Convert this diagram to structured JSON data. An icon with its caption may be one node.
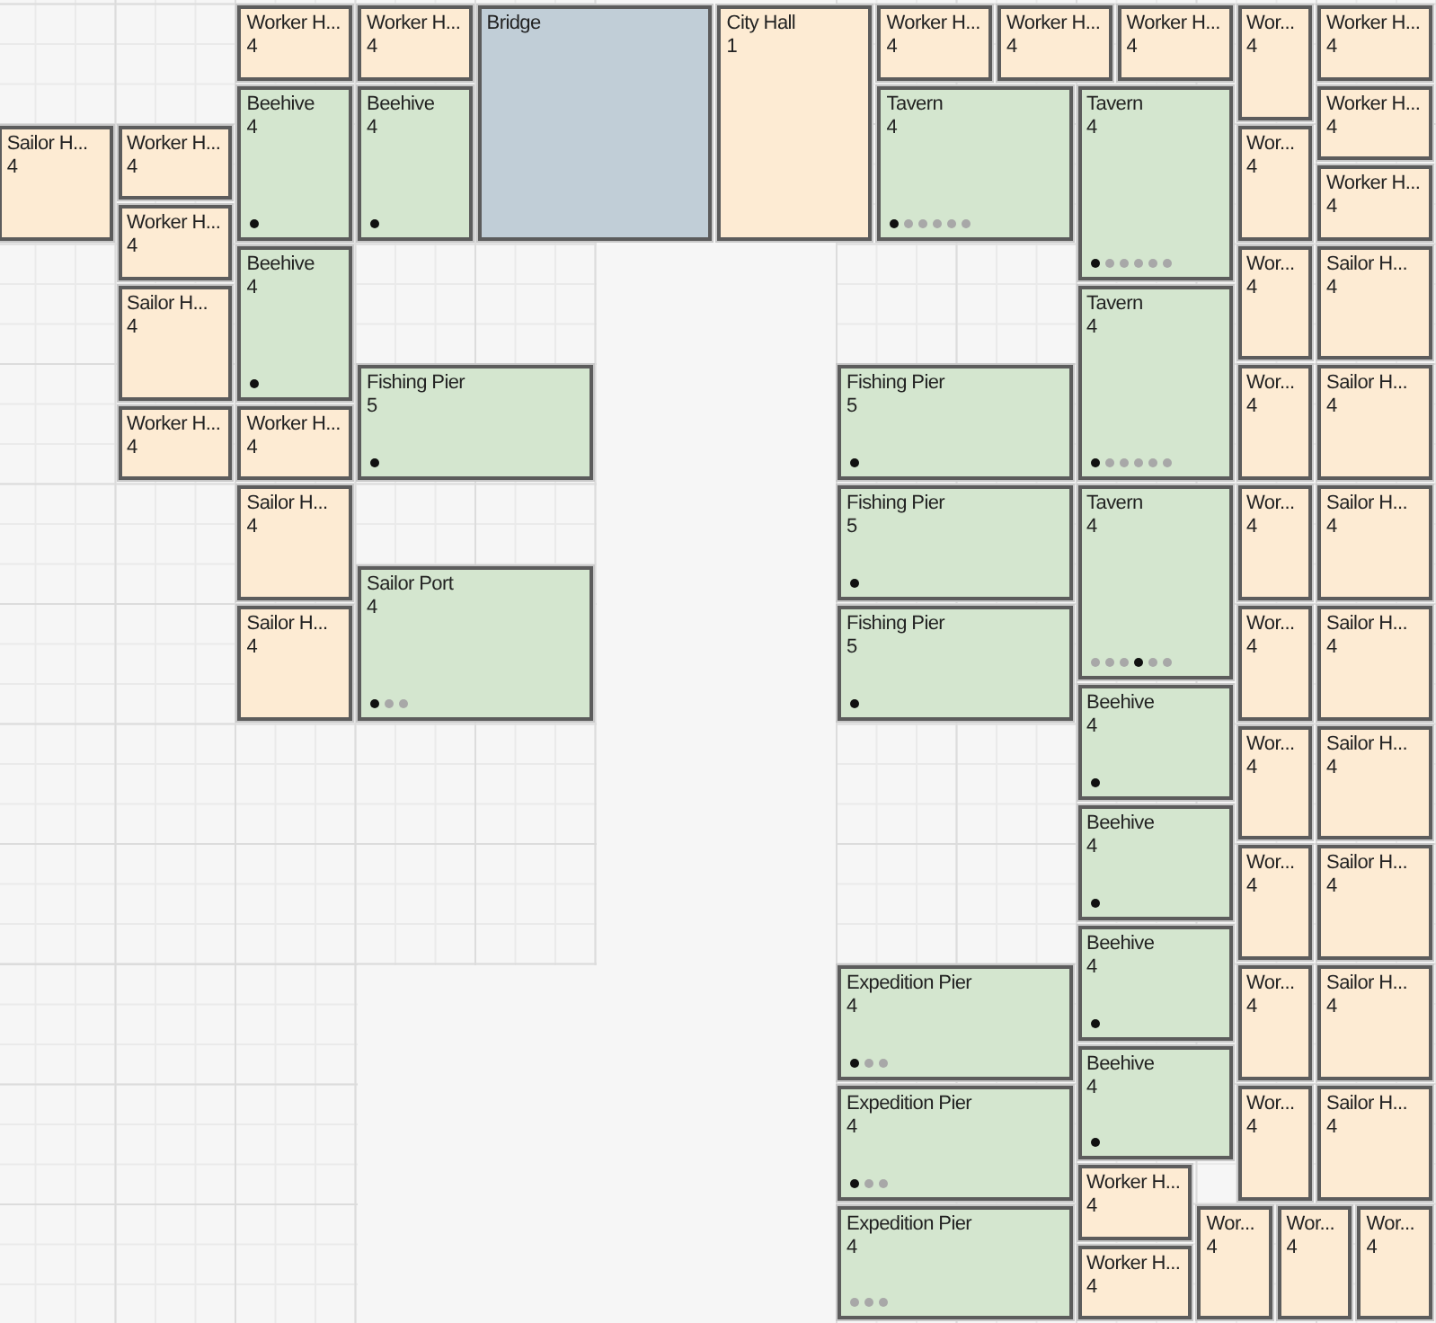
{
  "diagram": {
    "nodes": [
      {
        "text": [
          "Worker H...",
          "4"
        ]
      },
      {
        "text": [
          "Worker H...",
          "4"
        ]
      },
      {
        "text": [
          "Bridge"
        ]
      },
      {
        "text": [
          "City Hall",
          "1"
        ]
      },
      {
        "text": [
          "Worker H...",
          "4"
        ]
      },
      {
        "text": [
          "Worker H...",
          "4"
        ]
      },
      {
        "text": [
          "Worker H...",
          "4"
        ]
      },
      {
        "text": [
          "Wor...",
          "4"
        ]
      },
      {
        "text": [
          "Worker H...",
          "4"
        ]
      },
      {
        "text": [
          "Beehive",
          "4"
        ]
      },
      {
        "text": [
          "Beehive",
          "4"
        ]
      },
      {
        "text": [
          "Tavern",
          "4"
        ]
      },
      {
        "text": [
          "Tavern",
          "4"
        ]
      },
      {
        "text": [
          "Worker H...",
          "4"
        ]
      },
      {
        "text": [
          "Sailor H...",
          "4"
        ]
      },
      {
        "text": [
          "Worker H...",
          "4"
        ]
      },
      {
        "text": [
          "Wor...",
          "4"
        ]
      },
      {
        "text": [
          "Worker H...",
          "4"
        ]
      },
      {
        "text": [
          "Worker H...",
          "4"
        ]
      },
      {
        "text": [
          "Beehive",
          "4"
        ]
      },
      {
        "text": [
          "Wor...",
          "4"
        ]
      },
      {
        "text": [
          "Sailor H...",
          "4"
        ]
      },
      {
        "text": [
          "Sailor H...",
          "4"
        ]
      },
      {
        "text": [
          "Tavern",
          "4"
        ]
      },
      {
        "text": [
          "Fishing Pier",
          "5"
        ]
      },
      {
        "text": [
          "Fishing Pier",
          "5"
        ]
      },
      {
        "text": [
          "Wor...",
          "4"
        ]
      },
      {
        "text": [
          "Sailor H...",
          "4"
        ]
      },
      {
        "text": [
          "Worker H...",
          "4"
        ]
      },
      {
        "text": [
          "Worker H...",
          "4"
        ]
      },
      {
        "text": [
          "Sailor H...",
          "4"
        ]
      },
      {
        "text": [
          "Fishing Pier",
          "5"
        ]
      },
      {
        "text": [
          "Tavern",
          "4"
        ]
      },
      {
        "text": [
          "Wor...",
          "4"
        ]
      },
      {
        "text": [
          "Sailor H...",
          "4"
        ]
      },
      {
        "text": [
          "Sailor Port",
          "4"
        ]
      },
      {
        "text": [
          "Sailor H...",
          "4"
        ]
      },
      {
        "text": [
          "Fishing Pier",
          "5"
        ]
      },
      {
        "text": [
          "Wor...",
          "4"
        ]
      },
      {
        "text": [
          "Sailor H...",
          "4"
        ]
      },
      {
        "text": [
          "Beehive",
          "4"
        ]
      },
      {
        "text": [
          "Wor...",
          "4"
        ]
      },
      {
        "text": [
          "Sailor H...",
          "4"
        ]
      },
      {
        "text": [
          "Beehive",
          "4"
        ]
      },
      {
        "text": [
          "Wor...",
          "4"
        ]
      },
      {
        "text": [
          "Sailor H...",
          "4"
        ]
      },
      {
        "text": [
          "Beehive",
          "4"
        ]
      },
      {
        "text": [
          "Expedition Pier",
          "4"
        ]
      },
      {
        "text": [
          "Wor...",
          "4"
        ]
      },
      {
        "text": [
          "Sailor H...",
          "4"
        ]
      },
      {
        "text": [
          "Beehive",
          "4"
        ]
      },
      {
        "text": [
          "Expedition Pier",
          "4"
        ]
      },
      {
        "text": [
          "Wor...",
          "4"
        ]
      },
      {
        "text": [
          "Sailor H...",
          "4"
        ]
      },
      {
        "text": [
          "Worker H...",
          "4"
        ]
      },
      {
        "text": [
          "Expedition Pier",
          "4"
        ]
      },
      {
        "text": [
          "Wor...",
          "4"
        ]
      },
      {
        "text": [
          "Wor...",
          "4"
        ]
      },
      {
        "text": [
          "Wor...",
          "4"
        ]
      },
      {
        "text": [
          "Worker H...",
          "4"
        ]
      }
    ]
  }
}
